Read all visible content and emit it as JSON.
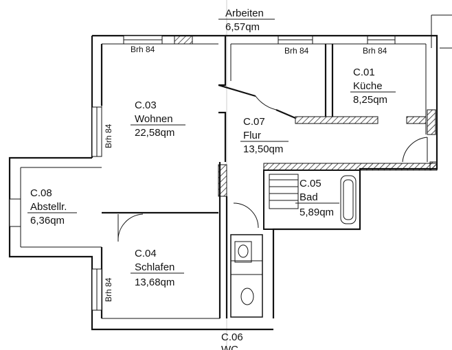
{
  "rooms": {
    "arbeiten": {
      "id": "",
      "name": "Arbeiten",
      "area": "6,57qm"
    },
    "kueche": {
      "id": "C.01",
      "name": "Küche",
      "area": "8,25qm"
    },
    "wohnen": {
      "id": "C.03",
      "name": "Wohnen",
      "area": "22,58qm"
    },
    "flur": {
      "id": "C.07",
      "name": "Flur",
      "area": "13,50qm"
    },
    "abstellr": {
      "id": "C.08",
      "name": "Abstellr.",
      "area": "6,36qm"
    },
    "bad": {
      "id": "C.05",
      "name": "Bad",
      "area": "5,89qm"
    },
    "schlafen": {
      "id": "C.04",
      "name": "Schlafen",
      "area": "13,68qm"
    },
    "wc": {
      "id": "C.06",
      "name": "WC",
      "area": ""
    }
  },
  "window_labels": {
    "wohnen_top": "Brh 84",
    "flur_top": "Brh 84",
    "kueche_top": "Brh 84",
    "wohnen_side": "Brh 84",
    "schlafen_side": "Brh 84"
  }
}
